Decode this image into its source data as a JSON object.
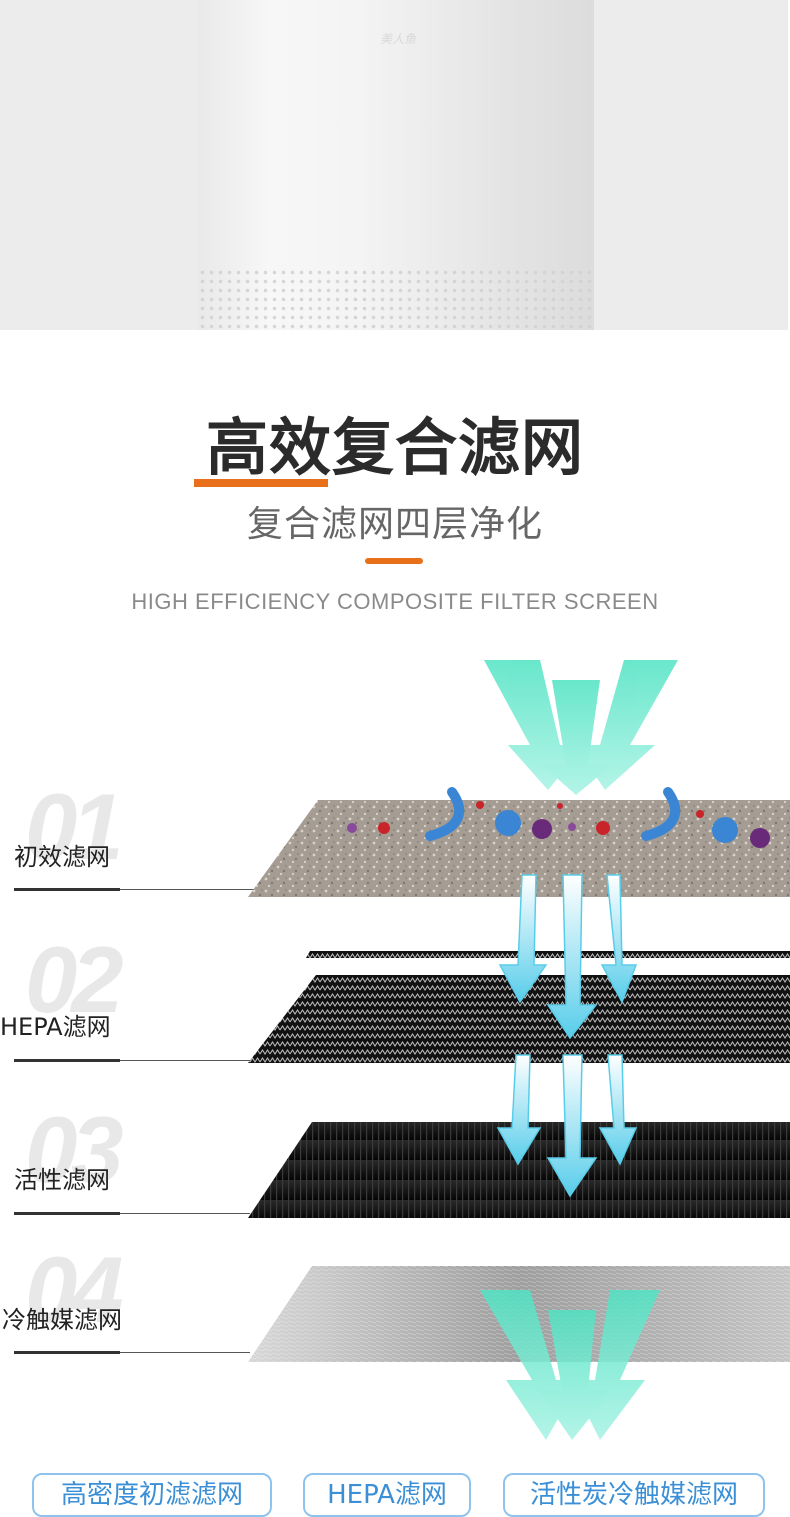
{
  "hero": {
    "brand_watermark": "美人鱼"
  },
  "heading": {
    "title": "高效复合滤网",
    "subtitle": "复合滤网四层净化",
    "english": "HIGH EFFICIENCY COMPOSITE FILTER SCREEN"
  },
  "layers": [
    {
      "number": "01",
      "label": "初效滤网"
    },
    {
      "number": "02",
      "label": "HEPA滤网"
    },
    {
      "number": "03",
      "label": "活性滤网"
    },
    {
      "number": "04",
      "label": "冷触媒滤网"
    }
  ],
  "bottom_tabs": [
    "高密度初滤滤网",
    "HEPA滤网",
    "活性炭冷触媒滤网"
  ],
  "colors": {
    "accent_orange": "#e8701a",
    "arrow_teal": "#5fe0c0",
    "arrow_cyan": "#6fd3ee",
    "tab_blue": "#3a8fd6"
  }
}
